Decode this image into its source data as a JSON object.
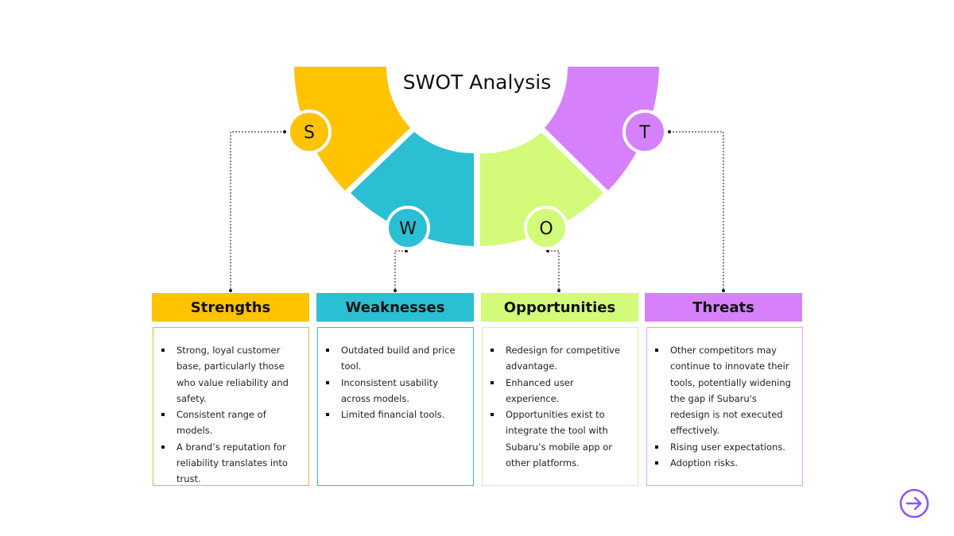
{
  "title": "SWOT Analysis",
  "quadrants": [
    {
      "letter": "S",
      "header": "Strengths",
      "color": "#FFC300",
      "border": "#E0B43C",
      "items": [
        "Strong, loyal customer base, particularly those who value reliability and safety.",
        "Consistent range of models.",
        "A brand’s reputation for reliability translates into trust."
      ]
    },
    {
      "letter": "W",
      "header": "Weaknesses",
      "color": "#2BBFD3",
      "border": "#2BBFD3",
      "items": [
        "Outdated build and price tool.",
        "Inconsistent usability across models.",
        "Limited financial tools."
      ]
    },
    {
      "letter": "O",
      "header": "Opportunities",
      "color": "#D3FA78",
      "border": "#D6F0A0",
      "items": [
        "Redesign for competitive advantage.",
        "Enhanced user experience.",
        "Opportunities exist to integrate the tool with Subaru’s mobile app or other platforms."
      ]
    },
    {
      "letter": "T",
      "header": "Threats",
      "color": "#D681FB",
      "border": "#DDA0F5",
      "items": [
        "Other competitors may continue to innovate their tools, potentially widening the gap if Subaru's redesign is not executed effectively.",
        "Rising user expectations.",
        "Adoption risks."
      ]
    }
  ],
  "next_button": {
    "icon": "arrow-right-circle-icon",
    "color": "#8C52FF"
  }
}
